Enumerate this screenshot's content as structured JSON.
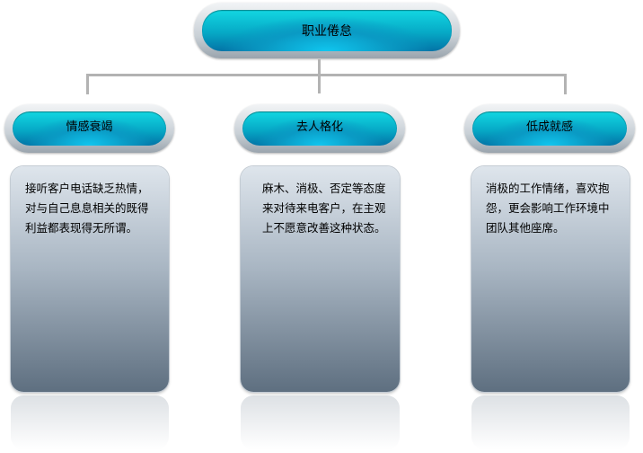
{
  "root": {
    "label": "职业倦怠"
  },
  "branches": [
    {
      "label": "情感衰竭",
      "description": "接听客户电话缺乏热情，对与自己息息相关的既得利益都表现得无所谓。"
    },
    {
      "label": "去人格化",
      "description": "麻木、消极、否定等态度来对待来电客户，在主观上不愿意改善这种状态。"
    },
    {
      "label": "低成就感",
      "description": "消极的工作情绪，喜欢抱怨，更会影响工作环境中团队其他座席。"
    }
  ]
}
